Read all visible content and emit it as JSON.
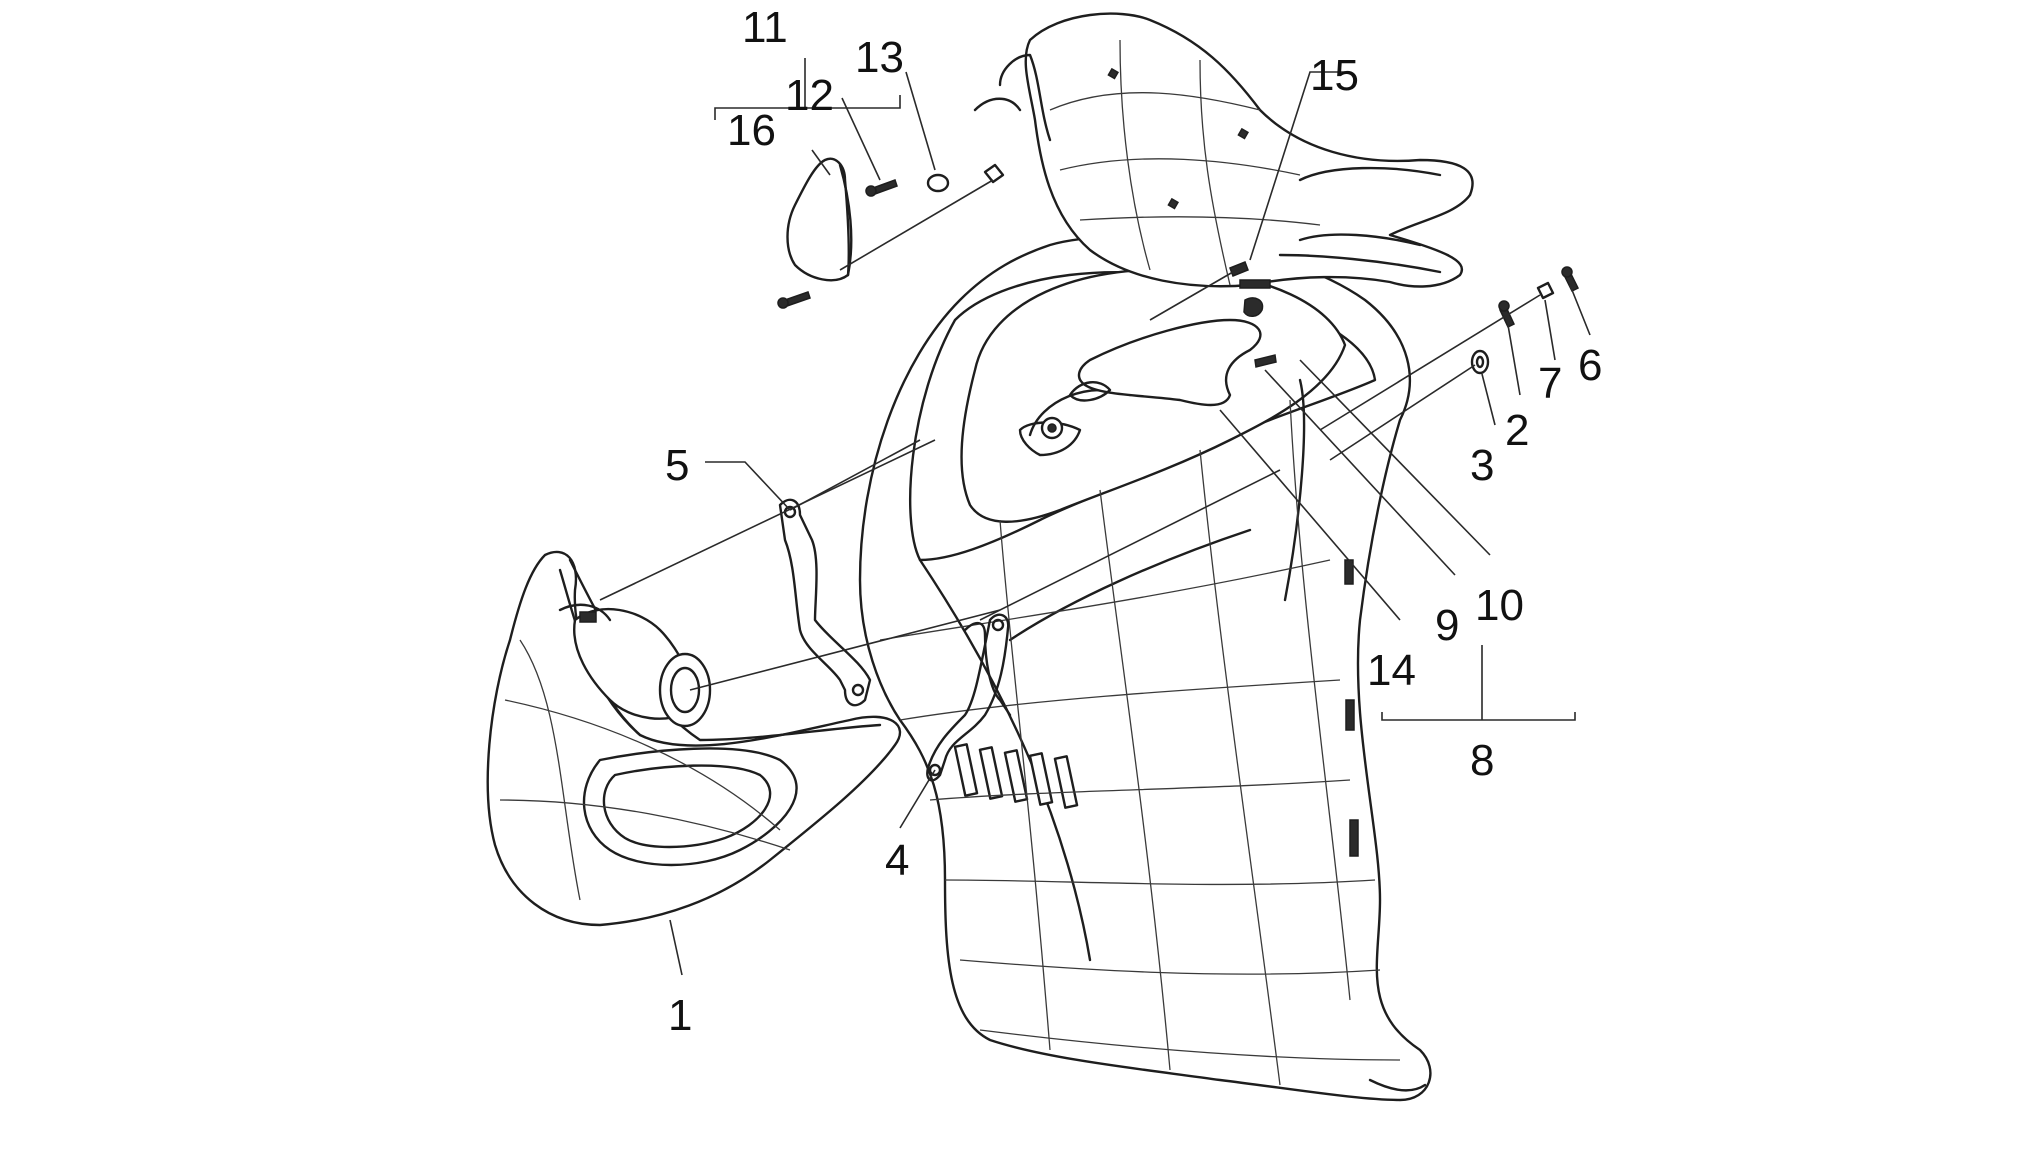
{
  "callouts": {
    "c1": "1",
    "c2": "2",
    "c3": "3",
    "c4": "4",
    "c5": "5",
    "c6": "6",
    "c7": "7",
    "c8": "8",
    "c9": "9",
    "c10": "10",
    "c11": "11",
    "c12": "12",
    "c13": "13",
    "c14": "14",
    "c15": "15",
    "c16": "16"
  },
  "colors": {
    "line": "#1e1e1e",
    "background": "#ffffff"
  }
}
